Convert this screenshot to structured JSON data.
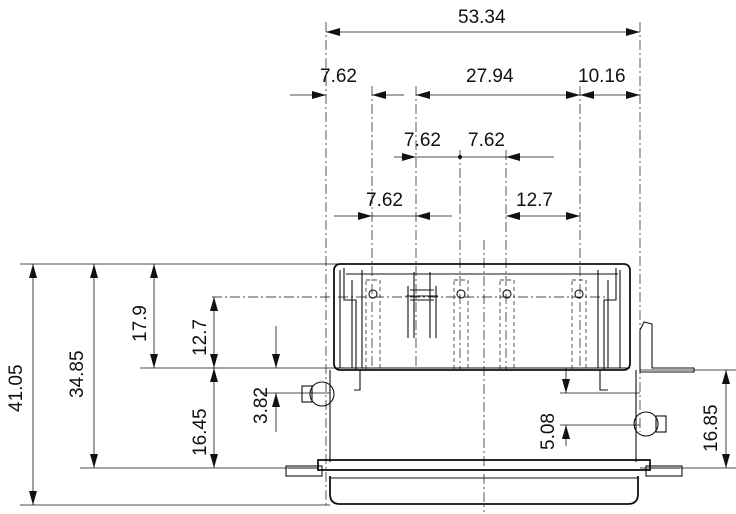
{
  "dimensions": {
    "overall_width": "53.34",
    "left_offset": "7.62",
    "middle_span": "27.94",
    "right_offset": "10.16",
    "pitch_left": "7.62",
    "pitch_right": "7.62",
    "lower_pitch": "7.62",
    "right_pitch": "12.7",
    "total_height": "41.05",
    "body_height": "34.85",
    "top_section": "17.9",
    "pin_row": "12.7",
    "lower_section": "16.45",
    "pin_offset": "3.82",
    "right_pin_offset": "5.08",
    "right_height": "16.85"
  }
}
